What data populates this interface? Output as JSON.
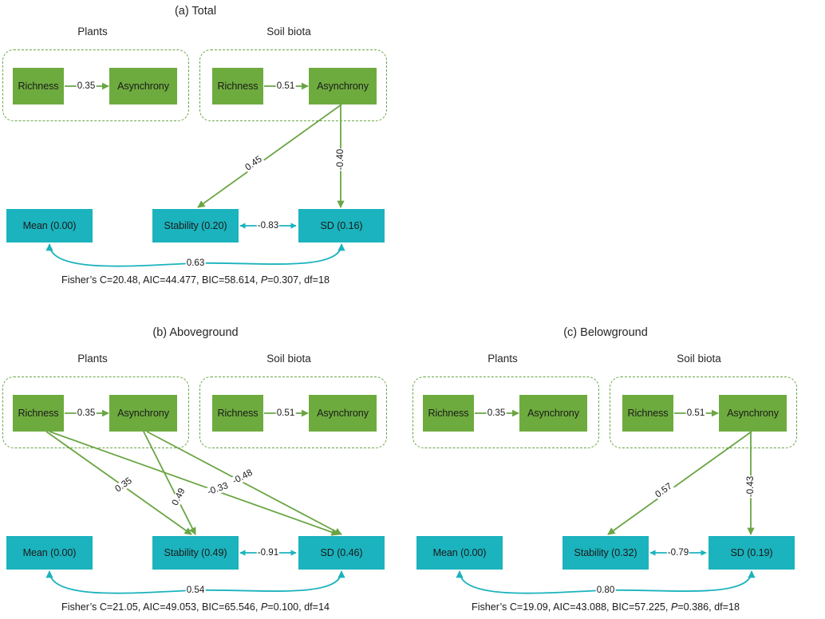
{
  "figure": {
    "colors": {
      "green_node": "#6eab3f",
      "teal_node": "#1bb3bd",
      "green_arrow": "#6aa544",
      "teal_arrow": "#1bb3bd",
      "dashed_group_border": "#6aa544",
      "text": "#1a1a1a",
      "background": "#ffffff"
    },
    "group_labels": {
      "plants": "Plants",
      "soil_biota": "Soil biota"
    },
    "node_labels": {
      "richness": "Richness",
      "asynchrony": "Asynchrony"
    }
  },
  "chart_data": {
    "type": "diagram",
    "subtype": "structural-equation-model-path-diagram",
    "panels": [
      {
        "id": "a",
        "title": "(a) Total",
        "groups": [
          {
            "name": "Plants",
            "nodes": [
              "Richness",
              "Asynchrony"
            ]
          },
          {
            "name": "Soil biota",
            "nodes": [
              "Richness",
              "Asynchrony"
            ]
          }
        ],
        "response_nodes": [
          "Mean (0.00)",
          "Stability (0.20)",
          "SD (0.16)"
        ],
        "response_r2": {
          "mean": "0.00",
          "stability": "0.20",
          "sd": "0.16"
        },
        "paths": [
          {
            "from": "Plants Richness",
            "to": "Plants Asynchrony",
            "coef": "0.35"
          },
          {
            "from": "Soil Richness",
            "to": "Soil Asynchrony",
            "coef": "0.51"
          },
          {
            "from": "Soil Asynchrony",
            "to": "Stability",
            "coef": "0.45"
          },
          {
            "from": "Soil Asynchrony",
            "to": "SD",
            "coef": "-0.40"
          },
          {
            "from": "Stability",
            "to": "SD",
            "coef": "-0.83",
            "type": "correlation"
          },
          {
            "from": "Mean",
            "to": "SD",
            "coef": "0.63",
            "type": "correlation"
          }
        ],
        "fit": {
          "fishers_c": "Fisher’s C=20.48",
          "aic": "AIC=44.477",
          "bic": "BIC=58.614",
          "p": "=0.307",
          "p_symbol": "P",
          "df": "df=18",
          "full": "Fisher’s C=20.48, AIC=44.477, BIC=58.614, P=0.307, df=18"
        }
      },
      {
        "id": "b",
        "title": "(b) Aboveground",
        "groups": [
          {
            "name": "Plants",
            "nodes": [
              "Richness",
              "Asynchrony"
            ]
          },
          {
            "name": "Soil biota",
            "nodes": [
              "Richness",
              "Asynchrony"
            ]
          }
        ],
        "response_nodes": [
          "Mean (0.00)",
          "Stability (0.49)",
          "SD (0.46)"
        ],
        "response_r2": {
          "mean": "0.00",
          "stability": "0.49",
          "sd": "0.46"
        },
        "paths": [
          {
            "from": "Plants Richness",
            "to": "Plants Asynchrony",
            "coef": "0.35"
          },
          {
            "from": "Soil Richness",
            "to": "Soil Asynchrony",
            "coef": "0.51"
          },
          {
            "from": "Plants Richness",
            "to": "Stability",
            "coef": "0.35"
          },
          {
            "from": "Plants Asynchrony",
            "to": "Stability",
            "coef": "0.49"
          },
          {
            "from": "Plants Richness",
            "to": "SD",
            "coef": "-0.33"
          },
          {
            "from": "Plants Asynchrony",
            "to": "SD",
            "coef": "-0.48"
          },
          {
            "from": "Stability",
            "to": "SD",
            "coef": "-0.91",
            "type": "correlation"
          },
          {
            "from": "Mean",
            "to": "SD",
            "coef": "0.54",
            "type": "correlation"
          }
        ],
        "fit": {
          "fishers_c": "Fisher’s C=21.05",
          "aic": "AIC=49.053",
          "bic": "BIC=65.546",
          "p": "=0.100",
          "p_symbol": "P",
          "df": "df=14",
          "full": "Fisher’s C=21.05, AIC=49.053, BIC=65.546, P=0.100, df=14"
        }
      },
      {
        "id": "c",
        "title": "(c) Belowground",
        "groups": [
          {
            "name": "Plants",
            "nodes": [
              "Richness",
              "Asynchrony"
            ]
          },
          {
            "name": "Soil biota",
            "nodes": [
              "Richness",
              "Asynchrony"
            ]
          }
        ],
        "response_nodes": [
          "Mean (0.00)",
          "Stability (0.32)",
          "SD (0.19)"
        ],
        "response_r2": {
          "mean": "0.00",
          "stability": "0.32",
          "sd": "0.19"
        },
        "paths": [
          {
            "from": "Plants Richness",
            "to": "Plants Asynchrony",
            "coef": "0.35"
          },
          {
            "from": "Soil Richness",
            "to": "Soil Asynchrony",
            "coef": "0.51"
          },
          {
            "from": "Soil Asynchrony",
            "to": "Stability",
            "coef": "0.57"
          },
          {
            "from": "Soil Asynchrony",
            "to": "SD",
            "coef": "-0.43"
          },
          {
            "from": "Stability",
            "to": "SD",
            "coef": "-0.79",
            "type": "correlation"
          },
          {
            "from": "Mean",
            "to": "SD",
            "coef": "0.80",
            "type": "correlation"
          }
        ],
        "fit": {
          "fishers_c": "Fisher’s C=19.09",
          "aic": "AIC=43.088",
          "bic": "BIC=57.225",
          "p": "=0.386",
          "p_symbol": "P",
          "df": "df=18",
          "full": "Fisher’s C=19.09, AIC=43.088, BIC=57.225, P=0.386, df=18"
        }
      }
    ]
  },
  "panel_a": {
    "title": "(a) Total",
    "plants_label": "Plants",
    "soil_label": "Soil biota",
    "p_richness": "Richness",
    "p_asynchrony": "Asynchrony",
    "s_richness": "Richness",
    "s_asynchrony": "Asynchrony",
    "mean": "Mean (0.00)",
    "stability": "Stability (0.20)",
    "sd": "SD (0.16)",
    "e_plants": "0.35",
    "e_soil": "0.51",
    "e_asyn_stab": "0.45",
    "e_asyn_sd": "-0.40",
    "e_stab_sd": "-0.83",
    "e_mean_sd": "0.63",
    "caption_pre": "Fisher’s C=20.48, AIC=44.477, BIC=58.614, ",
    "caption_p": "P",
    "caption_post": "=0.307, df=18"
  },
  "panel_b": {
    "title": "(b) Aboveground",
    "plants_label": "Plants",
    "soil_label": "Soil biota",
    "p_richness": "Richness",
    "p_asynchrony": "Asynchrony",
    "s_richness": "Richness",
    "s_asynchrony": "Asynchrony",
    "mean": "Mean (0.00)",
    "stability": "Stability (0.49)",
    "sd": "SD (0.46)",
    "e_plants": "0.35",
    "e_soil": "0.51",
    "e_rich_stab": "0.35",
    "e_asyn_stab": "0.49",
    "e_rich_sd": "-0.33",
    "e_asyn_sd": "-0.48",
    "e_stab_sd": "-0.91",
    "e_mean_sd": "0.54",
    "caption_pre": "Fisher’s C=21.05, AIC=49.053, BIC=65.546, ",
    "caption_p": "P",
    "caption_post": "=0.100, df=14"
  },
  "panel_c": {
    "title": "(c) Belowground",
    "plants_label": "Plants",
    "soil_label": "Soil biota",
    "p_richness": "Richness",
    "p_asynchrony": "Asynchrony",
    "s_richness": "Richness",
    "s_asynchrony": "Asynchrony",
    "mean": "Mean (0.00)",
    "stability": "Stability (0.32)",
    "sd": "SD (0.19)",
    "e_plants": "0.35",
    "e_soil": "0.51",
    "e_asyn_stab": "0.57",
    "e_asyn_sd": "-0.43",
    "e_stab_sd": "-0.79",
    "e_mean_sd": "0.80",
    "caption_pre": "Fisher’s C=19.09, AIC=43.088, BIC=57.225, ",
    "caption_p": "P",
    "caption_post": "=0.386, df=18"
  }
}
